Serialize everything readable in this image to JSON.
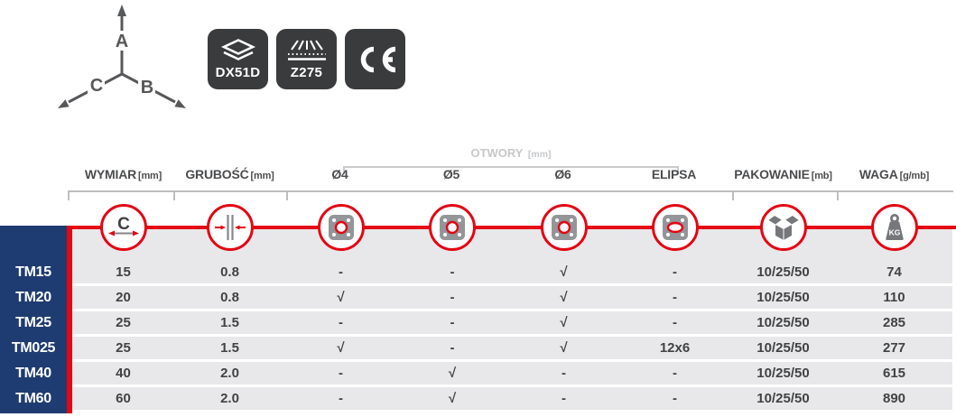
{
  "axis_diagram": {
    "labels": {
      "a": "A",
      "b": "B",
      "c": "C"
    }
  },
  "badges": {
    "dx51d_label": "DX51D",
    "z275_label": "Z275"
  },
  "table": {
    "group_header": {
      "label": "OTWORY",
      "unit": "[mm]"
    },
    "columns": [
      {
        "label": "WYMIAR",
        "unit": "[mm]"
      },
      {
        "label": "GRUBOŚĆ",
        "unit": "[mm]"
      },
      {
        "label": "Ø4",
        "unit": ""
      },
      {
        "label": "Ø5",
        "unit": ""
      },
      {
        "label": "Ø6",
        "unit": ""
      },
      {
        "label": "ELIPSA",
        "unit": ""
      },
      {
        "label": "PAKOWANIE",
        "unit": "[mb]"
      },
      {
        "label": "WAGA",
        "unit": "[g/mb]"
      }
    ],
    "icons": {
      "dimension_letter": "C",
      "weight_unit": "KG"
    },
    "rows": [
      {
        "name": "TM15",
        "cells": [
          "15",
          "0.8",
          "-",
          "-",
          "√",
          "-",
          "10/25/50",
          "74"
        ]
      },
      {
        "name": "TM20",
        "cells": [
          "20",
          "0.8",
          "√",
          "-",
          "√",
          "-",
          "10/25/50",
          "110"
        ]
      },
      {
        "name": "TM25",
        "cells": [
          "25",
          "1.5",
          "-",
          "-",
          "√",
          "-",
          "10/25/50",
          "285"
        ]
      },
      {
        "name": "TM025",
        "cells": [
          "25",
          "1.5",
          "√",
          "-",
          "√",
          "12x6",
          "10/25/50",
          "277"
        ]
      },
      {
        "name": "TM40",
        "cells": [
          "40",
          "2.0",
          "-",
          "√",
          "-",
          "-",
          "10/25/50",
          "615"
        ]
      },
      {
        "name": "TM60",
        "cells": [
          "60",
          "2.0",
          "-",
          "√",
          "-",
          "-",
          "10/25/50",
          "890"
        ]
      }
    ]
  },
  "colors": {
    "accent_red": "#e30613",
    "navy": "#1f3c72",
    "row_gray": "#e8e8ea",
    "badge_dark": "#3a3b3d",
    "plate_gray": "#939598"
  }
}
